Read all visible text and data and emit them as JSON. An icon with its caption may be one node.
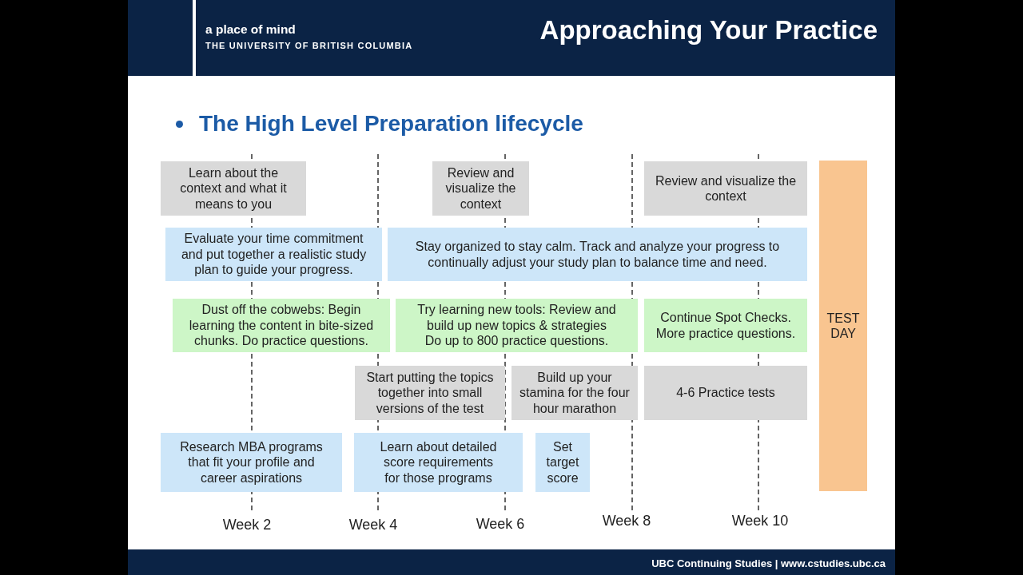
{
  "diagram": {
    "title": "Approaching Your Practice",
    "nodes": [
      {
        "text": [
          "Learn about the context and what it means to you"
        ]
      },
      {
        "text": [
          "Review and visualize the context"
        ]
      },
      {
        "text": [
          "Review and visualize the context"
        ]
      },
      {
        "text": [
          "TEST DAY"
        ]
      },
      {
        "text": [
          "Evaluate your time commitment and put together a realistic study plan to guide your progress."
        ]
      },
      {
        "text": [
          "Stay organized to stay calm. Track and analyze your progress to continually adjust your study plan to balance time and need."
        ]
      },
      {
        "text": [
          "Dust off the cobwebs: Begin learning the content in bite-sized chunks. Do practice questions."
        ]
      },
      {
        "text": [
          "Try learning new tools: Review and build up new topics & strategies",
          "Do up to 800 practice questions."
        ]
      },
      {
        "text": [
          "Continue Spot Checks. More practice questions."
        ]
      },
      {
        "text": [
          "Start putting the topics together into small versions of the test"
        ]
      },
      {
        "text": [
          "Build up your stamina for the four hour marathon"
        ]
      },
      {
        "text": [
          "4-6 Practice tests"
        ]
      },
      {
        "text": [
          "Research MBA programs that fit your profile and career aspirations"
        ]
      },
      {
        "text": [
          "Learn about detailed score requirements for those programs"
        ]
      },
      {
        "text": [
          "Set target score"
        ]
      }
    ],
    "labels": [
      "a place of mind",
      "THE UNIVERSITY OF BRITISH COLUMBIA",
      "The High Level Preparation lifecycle",
      "Week 2",
      "Week 4",
      "Week 6",
      "Week 8",
      "Week 10",
      "UBC Continuing Studies | www.cstudies.ubc.ca"
    ]
  }
}
